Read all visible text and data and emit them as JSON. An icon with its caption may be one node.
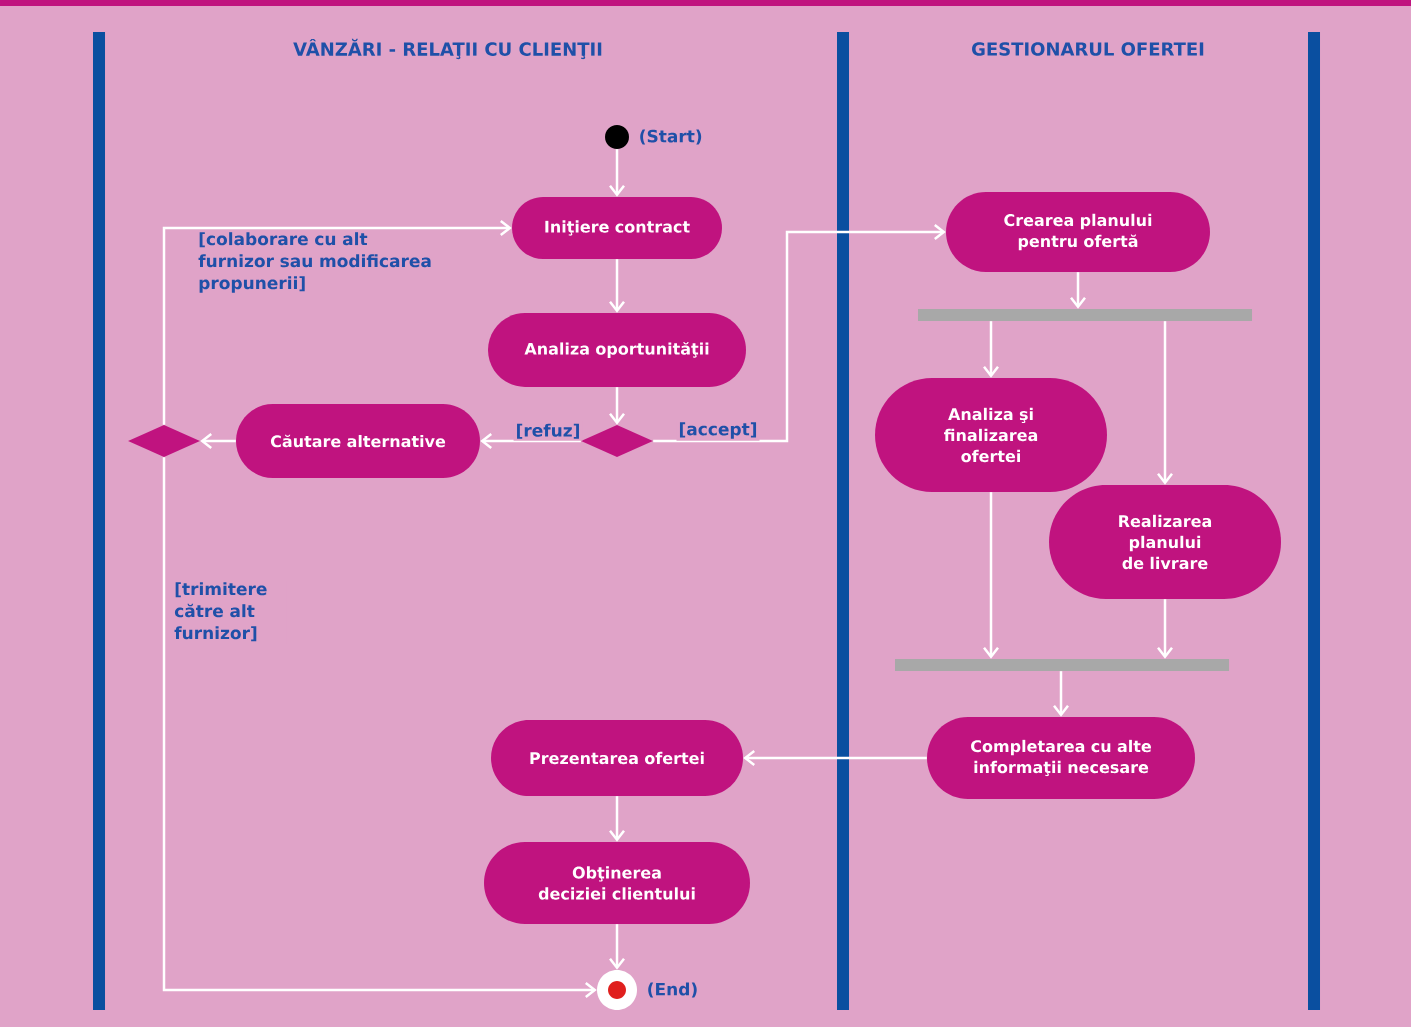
{
  "diagram": {
    "nodes": [
      {
        "text": [],
        "shape": "circle",
        "beside": [
          "(Start)"
        ]
      },
      {
        "text": [
          "Iniţiere contract"
        ]
      },
      {
        "text": [
          "Analiza oportunităţii"
        ]
      },
      {
        "text": [],
        "shape": "diamond"
      },
      {
        "text": [
          "Căutare alternative"
        ]
      },
      {
        "text": [],
        "shape": "diamond"
      },
      {
        "text": [
          "Crearea planului pentru ofertă"
        ]
      },
      {
        "text": [],
        "shape": "bar"
      },
      {
        "text": [
          "Analiza şi finalizarea ofertei"
        ]
      },
      {
        "text": [
          "Realizarea planului de livrare"
        ]
      },
      {
        "text": [],
        "shape": "bar"
      },
      {
        "text": [
          "Completarea cu alte informaţii necesare"
        ]
      },
      {
        "text": [
          "Prezentarea ofertei"
        ]
      },
      {
        "text": [
          "Obţinerea deciziei clientului"
        ]
      },
      {
        "text": [],
        "shape": "circle",
        "beside": [
          "(End)"
        ]
      }
    ],
    "edges": [
      {
        "from": 0,
        "to": 1,
        "arrow": "to"
      },
      {
        "from": 1,
        "to": 2,
        "arrow": "to"
      },
      {
        "from": 2,
        "to": 5,
        "arrow": "to"
      },
      {
        "from": 5,
        "to": 4,
        "arrow": "to",
        "label": "[refuz]"
      },
      {
        "from": 5,
        "to": 6,
        "arrow": "to",
        "label": "[accept]"
      },
      {
        "from": 4,
        "to": 3,
        "arrow": "to"
      },
      {
        "from": 3,
        "to": 1,
        "arrow": "to",
        "label": "[colaborare cu alt furnizor sau modificarea propunerii]"
      },
      {
        "from": 3,
        "to": 14,
        "arrow": "to",
        "label": "[trimitere către alt furnizor]"
      },
      {
        "from": 6,
        "to": 7,
        "arrow": "to"
      },
      {
        "from": 7,
        "to": 8,
        "arrow": "to"
      },
      {
        "from": 7,
        "to": 9,
        "arrow": "to"
      },
      {
        "from": 8,
        "to": 10,
        "arrow": "to"
      },
      {
        "from": 9,
        "to": 10,
        "arrow": "to"
      },
      {
        "from": 10,
        "to": 11,
        "arrow": "to"
      },
      {
        "from": 11,
        "to": 12,
        "arrow": "to"
      },
      {
        "from": 12,
        "to": 13,
        "arrow": "to"
      },
      {
        "from": 13,
        "to": 14,
        "arrow": "to"
      }
    ],
    "labels": [
      "VÂNZĂRI - RELAŢII CU CLIENŢII",
      "GESTIONARUL OFERTEI"
    ]
  }
}
